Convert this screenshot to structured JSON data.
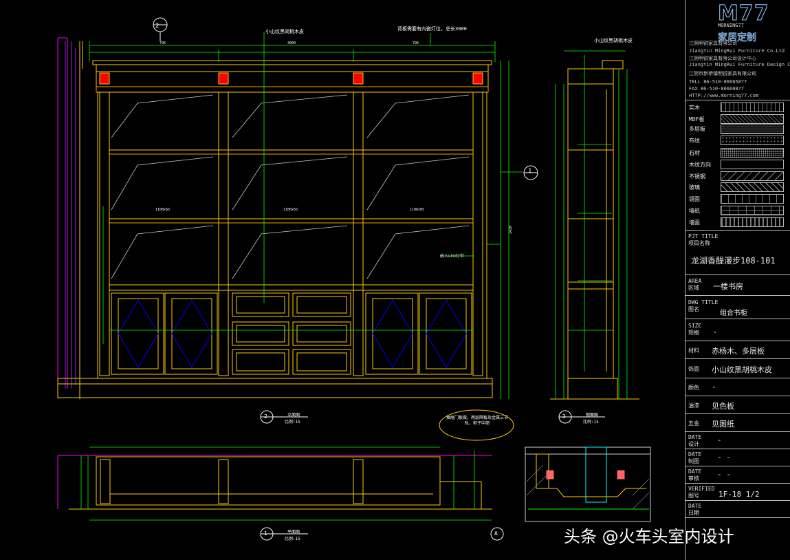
{
  "colors": {
    "bg": "#000000",
    "green": "#00ff00",
    "yellow": "#ffcc00",
    "magenta": "#ff00ff",
    "blue": "#0000ff",
    "cyan": "#00ffff",
    "red": "#ff0000",
    "white": "#ffffff",
    "orange": "#ff9900"
  },
  "logo": {
    "mark": "M77",
    "sub": "MORNING77",
    "name": "家居定制"
  },
  "company": {
    "cn1": "江阴明锐家具有限公司",
    "en1": "JiangYin MingRui Furniture Co.Ltd",
    "cn2": "江阴明锐家具有限公司设计中心",
    "en2": "JiangYin MingRui Furniture Design Center",
    "addr": "江阴市新桥镇明锐家具有限公司",
    "tel": "TELL 86-510-86665877",
    "fax": "FAX 86-510-86660877",
    "http": "HTTP://www.morning77.com"
  },
  "materials": [
    "实木",
    "MDF板",
    "多层板",
    "布纹",
    "石材",
    "木纹方向",
    "不锈钢",
    "玻璃",
    "镜面",
    "墙纸",
    "墙面"
  ],
  "title_block": {
    "project_title_label": "PJT TITLE",
    "project_title_cn": "项目名称",
    "project_title": "龙湖香醍漫步108-101",
    "area_label": "AREA",
    "area_cn": "区域",
    "area": "一楼书房",
    "dwg_title_label": "DWG TITLE",
    "dwg_title_cn": "图名",
    "dwg_title": "组合书柜",
    "size_label": "SIZE",
    "size_cn": "规格",
    "size": "-",
    "material1_cn": "材料",
    "material1": "赤杨木、多层板",
    "veneer_cn": "饰面",
    "veneer": "小山纹黑胡桃木皮",
    "color_cn": "颜色",
    "color": "-",
    "paint_cn": "油漆",
    "paint": "见色板",
    "hardware_cn": "五金",
    "hardware": "见图纸",
    "date_label": "DATE",
    "design_cn": "设计",
    "design": "-",
    "draw_cn": "制图",
    "draw": "- -",
    "check_cn": "审核",
    "check": "- -",
    "verified_label": "VERIFIED",
    "drawing_no_cn": "图号",
    "drawing_no": "1F-18  1/2",
    "date2_label": "DATE",
    "date2_cn": "日期"
  },
  "views": {
    "front_marker": "2",
    "front_title": "立面图",
    "front_scale": "比例:15",
    "side_marker": "3",
    "side_title": "侧面图",
    "side_scale": "比例:15",
    "plan_marker": "1",
    "plan_title": "平面图",
    "plan_scale": "比例:15",
    "section_marker": "A",
    "top_marker": "2",
    "right_marker": "1"
  },
  "annotations": {
    "glass_note": "小山纹黑胡桃木皮",
    "top_dim_note": "背板需要有内嵌灯位，总长3000",
    "side_note": "小山纹黑胡桃木皮",
    "cloud_note": "抽屉门板做，两层隔板及金属三节轨，柜子中部",
    "total_width": "3000",
    "led_note": "嵌入LED灯带"
  },
  "watermark": "头条 @火车头室内设计"
}
